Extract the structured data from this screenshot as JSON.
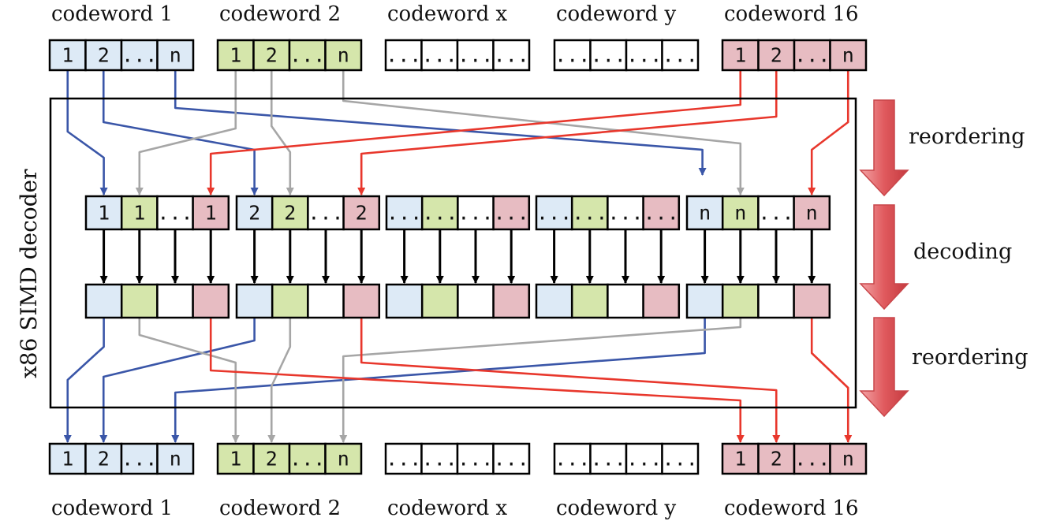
{
  "colors": {
    "blue_fill": "#ddeaf6",
    "green_fill": "#d5e6ab",
    "red_fill": "#e7bcc2",
    "white_fill": "#ffffff",
    "blue_line": "#3a56a8",
    "gray_line": "#a6a6a6",
    "red_line": "#e8372c",
    "black_line": "#000000",
    "big_arrow": "#e05a5e"
  },
  "codewords_top": [
    {
      "title": "codeword 1",
      "color": "blue",
      "cells": [
        "1",
        "2",
        "...",
        "n"
      ]
    },
    {
      "title": "codeword 2",
      "color": "green",
      "cells": [
        "1",
        "2",
        "...",
        "n"
      ]
    },
    {
      "title": "codeword x",
      "color": "white",
      "cells": [
        "...",
        "...",
        "...",
        "..."
      ]
    },
    {
      "title": "codeword y",
      "color": "white",
      "cells": [
        "...",
        "...",
        "...",
        "..."
      ]
    },
    {
      "title": "codeword 16",
      "color": "red",
      "cells": [
        "1",
        "2",
        "...",
        "n"
      ]
    }
  ],
  "codewords_bottom": [
    {
      "title": "codeword 1",
      "color": "blue",
      "cells": [
        "1",
        "2",
        "...",
        "n"
      ]
    },
    {
      "title": "codeword 2",
      "color": "green",
      "cells": [
        "1",
        "2",
        "...",
        "n"
      ]
    },
    {
      "title": "codeword x",
      "color": "white",
      "cells": [
        "...",
        "...",
        "...",
        "..."
      ]
    },
    {
      "title": "codeword y",
      "color": "white",
      "cells": [
        "...",
        "...",
        "...",
        "..."
      ]
    },
    {
      "title": "codeword 16",
      "color": "red",
      "cells": [
        "1",
        "2",
        "...",
        "n"
      ]
    }
  ],
  "decoder_label": "x86 SIMD decoder",
  "reordered_groups": [
    {
      "cells": [
        {
          "text": "1",
          "color": "blue"
        },
        {
          "text": "1",
          "color": "green"
        },
        {
          "text": "...",
          "color": "white"
        },
        {
          "text": "1",
          "color": "red"
        }
      ]
    },
    {
      "cells": [
        {
          "text": "2",
          "color": "blue"
        },
        {
          "text": "2",
          "color": "green"
        },
        {
          "text": "...",
          "color": "white"
        },
        {
          "text": "2",
          "color": "red"
        }
      ]
    },
    {
      "cells": [
        {
          "text": "...",
          "color": "blue"
        },
        {
          "text": "...",
          "color": "green"
        },
        {
          "text": "...",
          "color": "white"
        },
        {
          "text": "...",
          "color": "red"
        }
      ]
    },
    {
      "cells": [
        {
          "text": "...",
          "color": "blue"
        },
        {
          "text": "...",
          "color": "green"
        },
        {
          "text": "...",
          "color": "white"
        },
        {
          "text": "...",
          "color": "red"
        }
      ]
    },
    {
      "cells": [
        {
          "text": "n",
          "color": "blue"
        },
        {
          "text": "n",
          "color": "green"
        },
        {
          "text": "...",
          "color": "white"
        },
        {
          "text": "n",
          "color": "red"
        }
      ]
    }
  ],
  "decoded_groups": [
    {
      "cells": [
        "blue",
        "green",
        "white",
        "red"
      ]
    },
    {
      "cells": [
        "blue",
        "green",
        "white",
        "red"
      ]
    },
    {
      "cells": [
        "blue",
        "green",
        "white",
        "red"
      ]
    },
    {
      "cells": [
        "blue",
        "green",
        "white",
        "red"
      ]
    },
    {
      "cells": [
        "blue",
        "green",
        "white",
        "red"
      ]
    }
  ],
  "stages": [
    "reordering",
    "decoding",
    "reordering"
  ]
}
